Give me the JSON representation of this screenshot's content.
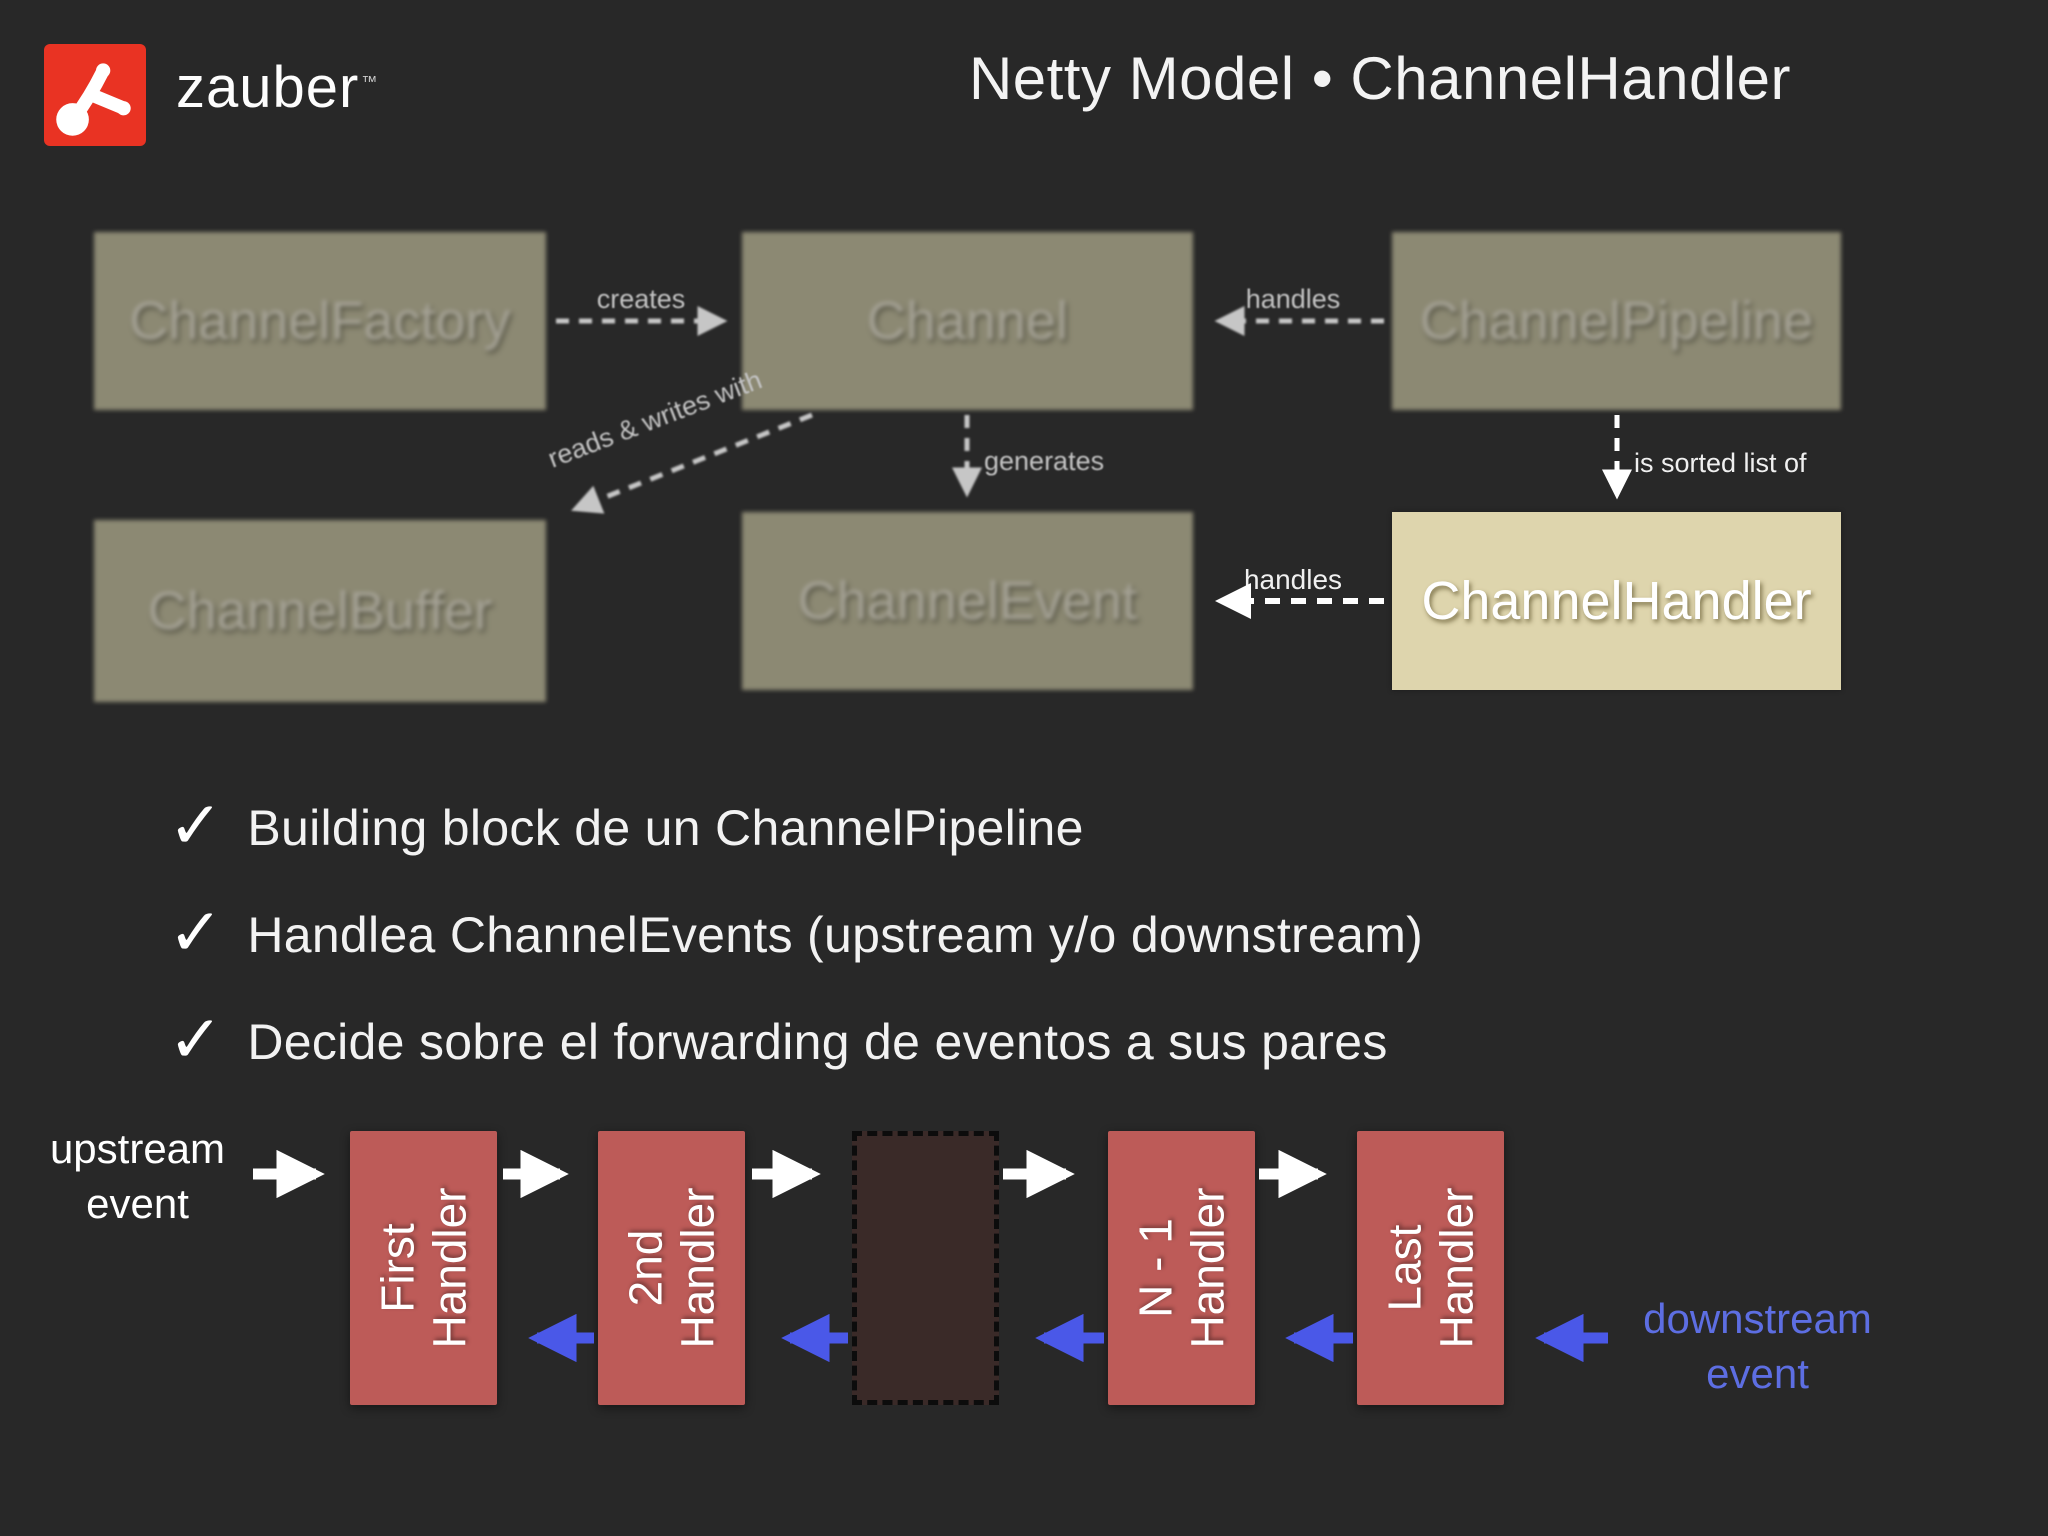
{
  "header": {
    "logo_text": "zauber",
    "logo_tm": "™",
    "title": "Netty Model • ChannelHandler"
  },
  "class_diagram": {
    "boxes": {
      "channel_factory": "ChannelFactory",
      "channel": "Channel",
      "channel_pipeline": "ChannelPipeline",
      "channel_buffer": "ChannelBuffer",
      "channel_event": "ChannelEvent",
      "channel_handler": "ChannelHandler"
    },
    "edge_labels": {
      "creates": "creates",
      "handles_top": "handles",
      "reads_writes": "reads & writes with",
      "generates": "generates",
      "is_sorted_list": "is sorted list of",
      "handles_bottom": "handles"
    }
  },
  "bullets": {
    "check": "✓",
    "items": [
      "Building block de un ChannelPipeline",
      "Handlea ChannelEvents (upstream y/o downstream)",
      "Decide sobre el forwarding de eventos a sus pares"
    ]
  },
  "pipeline": {
    "upstream_label": "upstream event",
    "downstream_label": "downstream event",
    "handlers": [
      {
        "line1": "First",
        "line2": "Handler"
      },
      {
        "line1": "2nd",
        "line2": "Handler"
      },
      {
        "line1": "N - 1",
        "line2": "Handler"
      },
      {
        "line1": "Last",
        "line2": "Handler"
      }
    ]
  },
  "colors": {
    "background": "#282828",
    "box_olive": "#8c8973",
    "box_cream": "#ded5ad",
    "box_red": "#bd5b58",
    "arrow_gray": "#c6c6c6",
    "arrow_white": "#ffffff",
    "arrow_blue": "#4a58e8",
    "logo_red": "#e93323",
    "downstream_text": "#5d6ee2"
  }
}
